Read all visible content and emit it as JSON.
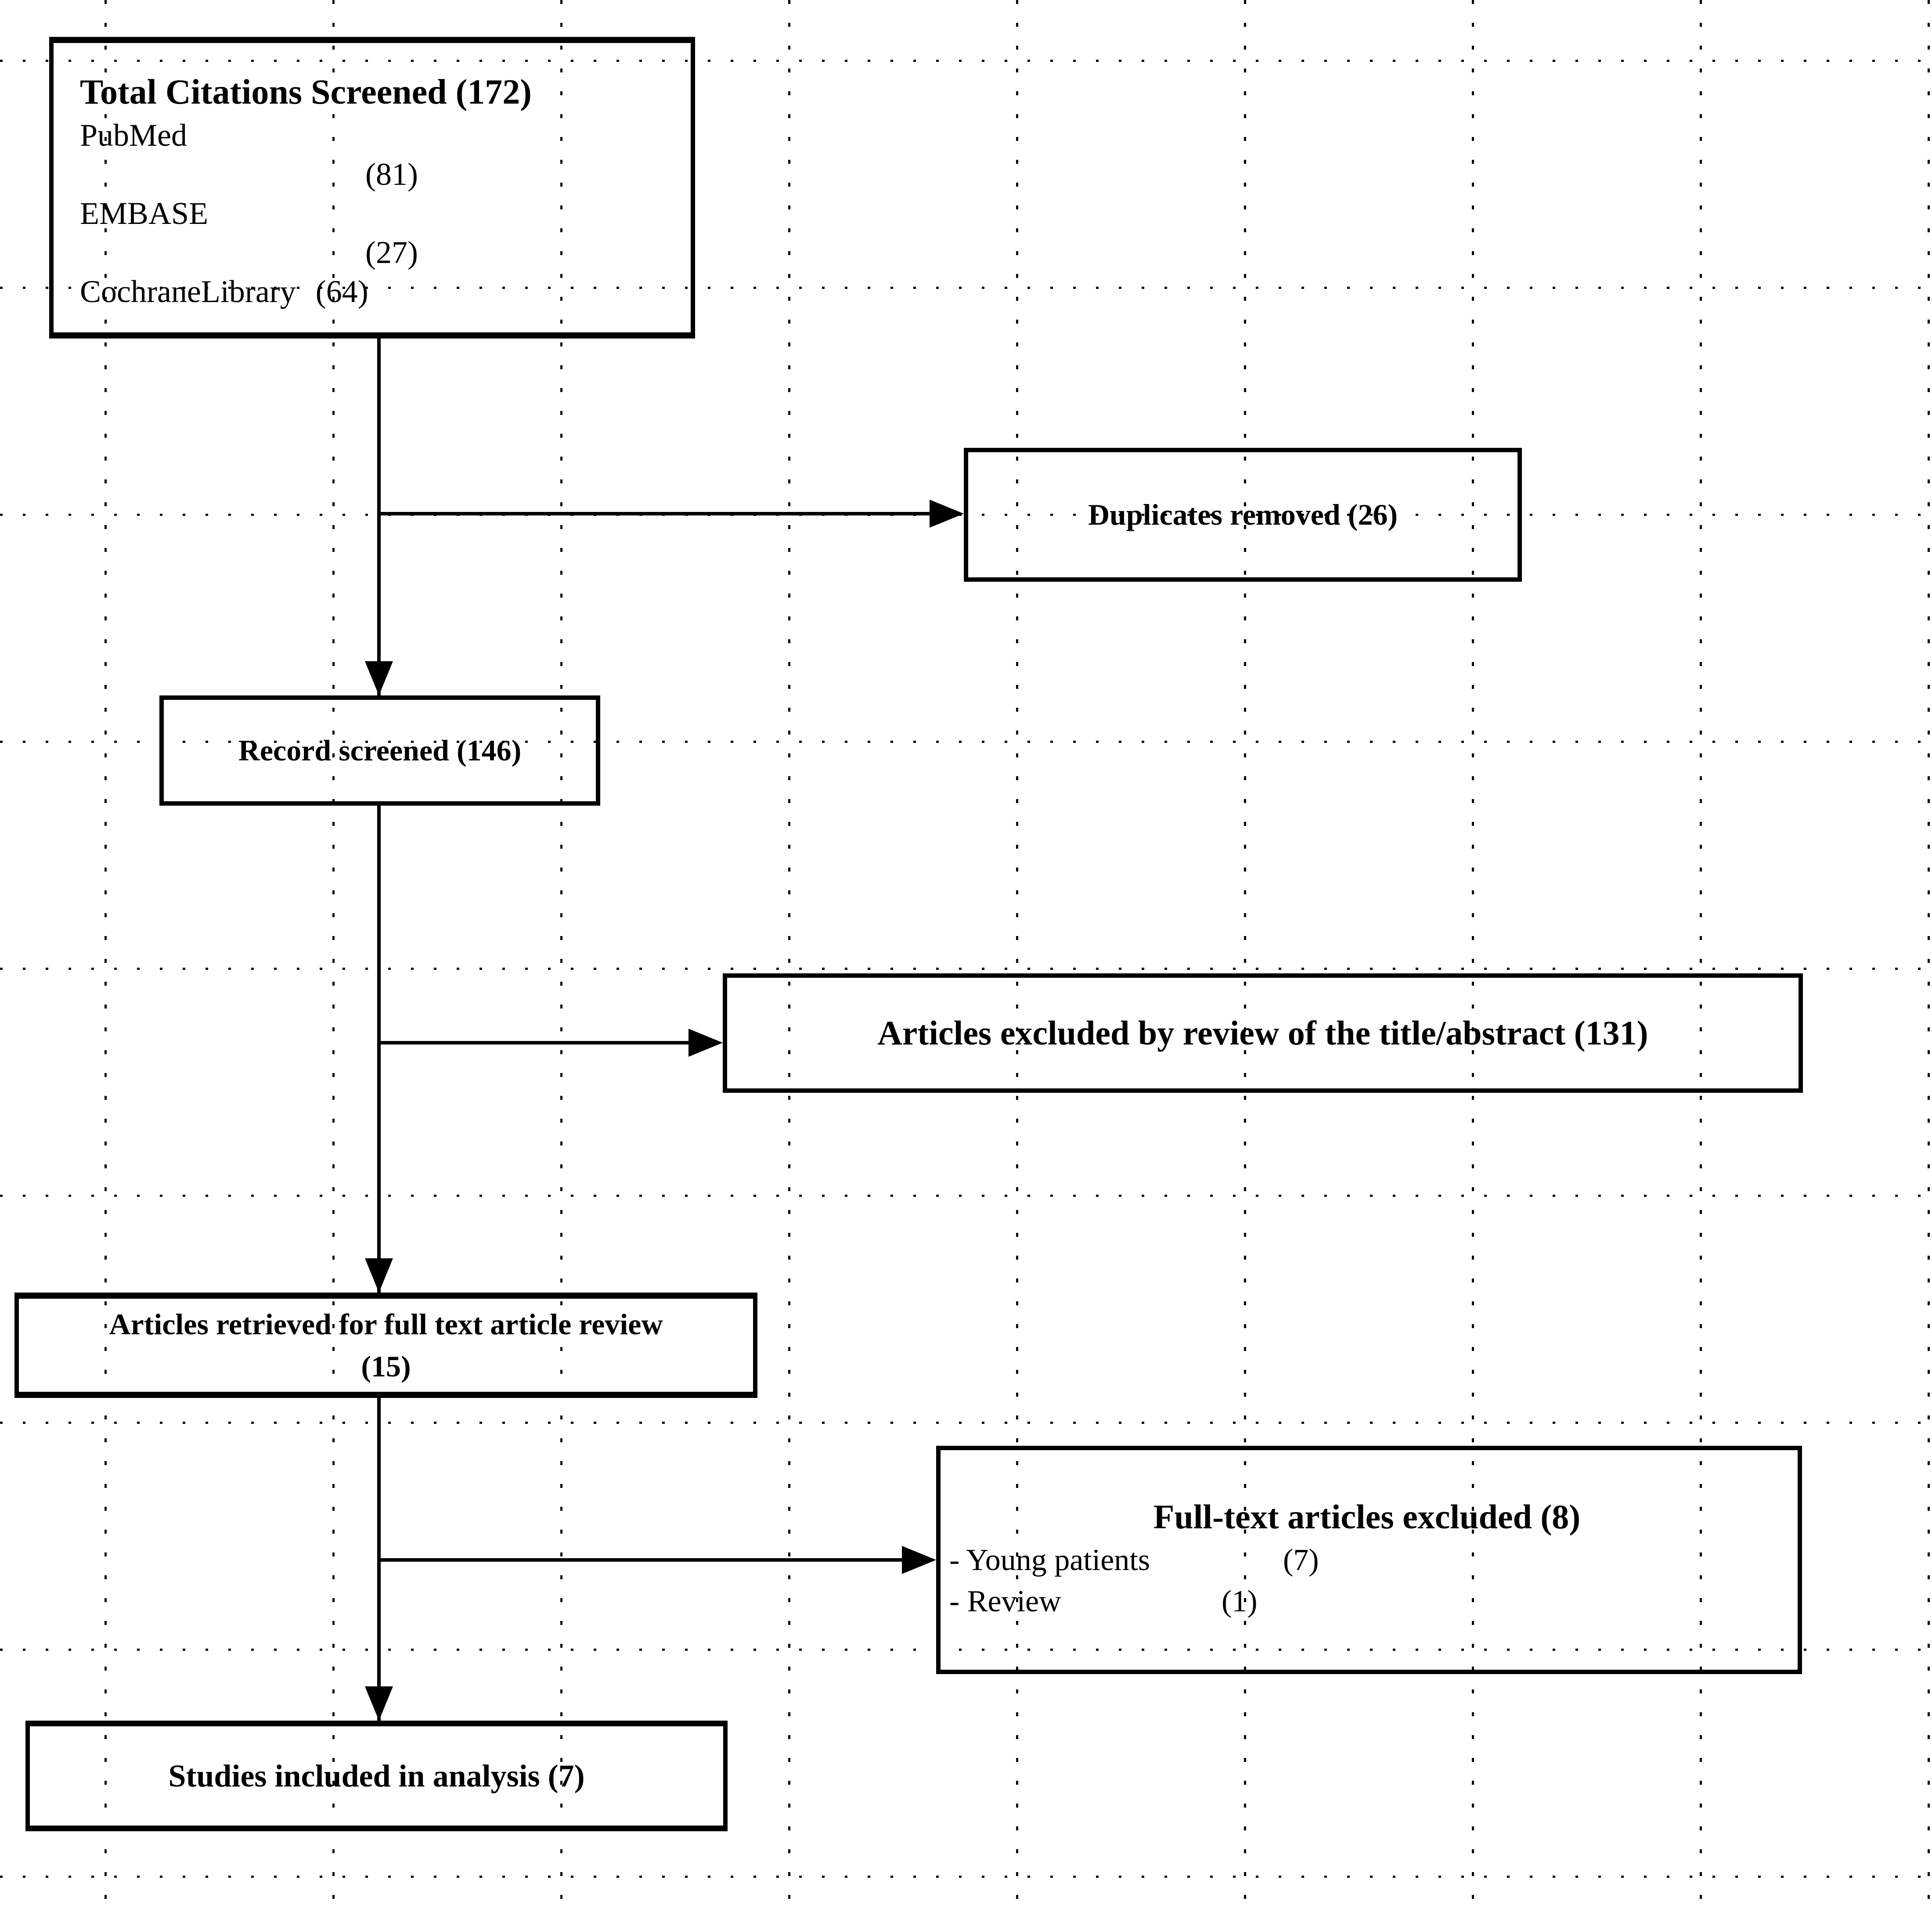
{
  "boxes": {
    "total_citations": {
      "title": "Total Citations Screened (172)",
      "sources": [
        {
          "name": "PubMed",
          "count": "(81)"
        },
        {
          "name": "EMBASE",
          "count": "(27)"
        },
        {
          "name": "CochraneLibrary",
          "count": "(64)"
        }
      ]
    },
    "duplicates_removed": {
      "label": "Duplicates removed (26)"
    },
    "records_screened": {
      "label": "Record screened (146)"
    },
    "excluded_title_abstract": {
      "label": "Articles excluded by review of the title/abstract (131)"
    },
    "full_text_retrieved": {
      "label": "Articles retrieved for full text article review",
      "count": "(15)"
    },
    "full_text_excluded": {
      "title": "Full-text articles excluded (8)",
      "reasons": [
        {
          "name": "- Young patients",
          "count": "(7)"
        },
        {
          "name": "- Review",
          "count": "(1)"
        }
      ]
    },
    "studies_included": {
      "label": "Studies included in analysis (7)"
    }
  }
}
